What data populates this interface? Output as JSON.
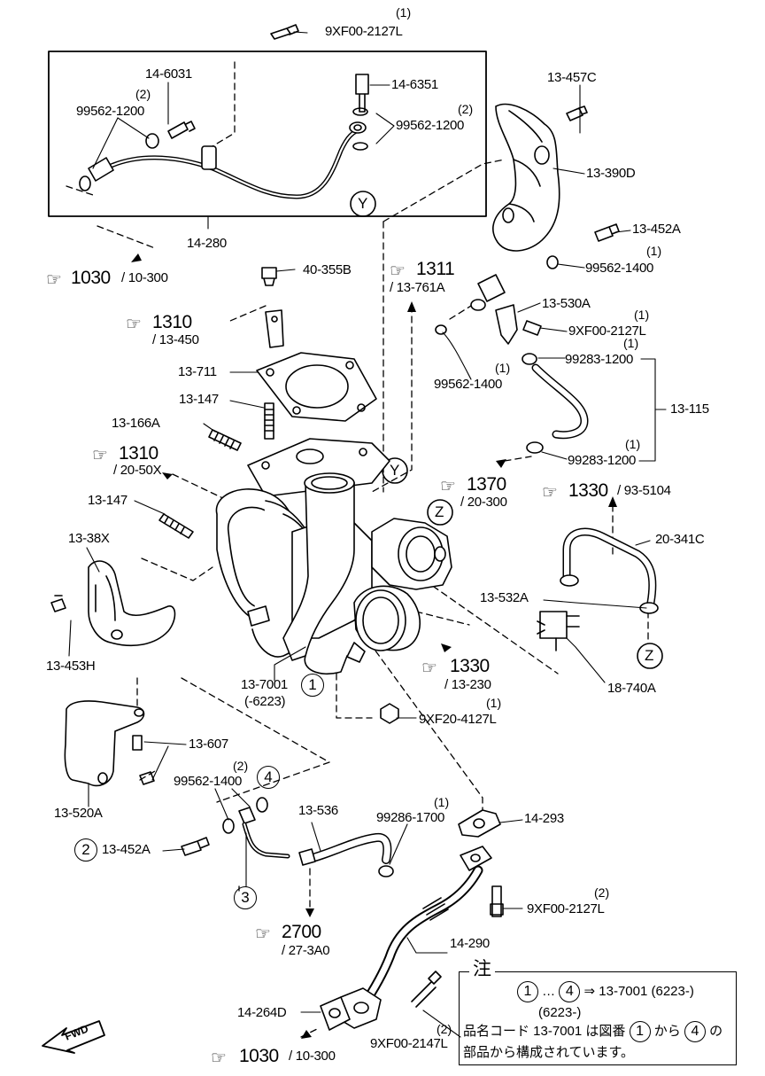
{
  "fwd_label": "FWD",
  "note": {
    "heading": "注",
    "line1": {
      "c1": "1",
      "dots": "…",
      "c2": "4",
      "arrow": "⇒",
      "part": "13-7001 (6223-)"
    },
    "line2": "(6223-)",
    "line3": {
      "a": "品名コード 13-7001 は図番",
      "c1": "1",
      "b": "から",
      "c2": "4",
      "c": "の"
    },
    "line4": "部品から構成されています。"
  },
  "parts": {
    "p_9xf00_2127l_top": "9XF00-2127L",
    "q_9xf00_2127l_top": "(1)",
    "p_14_6031": "14-6031",
    "p_99562_1200_l": "99562-1200",
    "q_99562_1200_l": "(2)",
    "p_14_6351": "14-6351",
    "p_99562_1200_r": "99562-1200",
    "q_99562_1200_r": "(2)",
    "p_14_280": "14-280",
    "p_13_457c": "13-457C",
    "p_13_390d": "13-390D",
    "p_13_452a_top": "13-452A",
    "p_99562_1400_a": "99562-1400",
    "q_99562_1400_a": "(1)",
    "p_40_355b": "40-355B",
    "p_13_530a": "13-530A",
    "p_9xf00_2127l_mid": "9XF00-2127L",
    "q_9xf00_2127l_mid": "(1)",
    "p_99283_1200_a": "99283-1200",
    "q_99283_1200_a": "(1)",
    "p_13_711": "13-711",
    "p_99562_1400_b": "99562-1400",
    "q_99562_1400_b": "(1)",
    "p_13_147_a": "13-147",
    "p_13_115": "13-115",
    "p_13_166a": "13-166A",
    "p_99283_1200_b": "99283-1200",
    "q_99283_1200_b": "(1)",
    "p_13_147_b": "13-147",
    "p_20_341c": "20-341C",
    "p_13_38x": "13-38X",
    "p_13_532a": "13-532A",
    "p_13_453h": "13-453H",
    "p_13_7001": "13-7001",
    "p_13_7001_sub": "(-6223)",
    "c_13_7001": "1",
    "p_18_740a": "18-740A",
    "p_9xf20_4127l": "9XF20-4127L",
    "q_9xf20_4127l": "(1)",
    "p_13_607": "13-607",
    "p_99562_1400_c": "99562-1400",
    "q_99562_1400_c": "(2)",
    "c_99562_1400_c": "4",
    "p_13_520a": "13-520A",
    "p_13_536": "13-536",
    "p_99286_1700": "99286-1700",
    "q_99286_1700": "(1)",
    "p_14_293": "14-293",
    "p_13_452a_bot": "13-452A",
    "c_13_452a_bot": "2",
    "c_hose3": "3",
    "p_9xf00_2127l_bot": "9XF00-2127L",
    "q_9xf00_2127l_bot": "(2)",
    "p_14_290": "14-290",
    "p_14_264d": "14-264D",
    "p_9xf00_2147l": "9XF00-2147L",
    "q_9xf00_2147l": "(2)"
  },
  "refs": {
    "r1030_top": "1030",
    "r1030_top_sub": "/ 10-300",
    "r1311": "1311",
    "r1311_sub": "/ 13-761A",
    "r1310_a": "1310",
    "r1310_a_sub": "/ 13-450",
    "r1310_b": "1310",
    "r1310_b_sub": "/ 20-50X",
    "r1370": "1370",
    "r1370_sub": "/ 20-300",
    "r1330_a": "1330",
    "r1330_a_sub": "/ 93-5104",
    "r1330_b": "1330",
    "r1330_b_sub": "/ 13-230",
    "r2700": "2700",
    "r2700_sub": "/ 27-3A0",
    "r1030_bot": "1030",
    "r1030_bot_sub": "/ 10-300"
  },
  "callouts": {
    "y1": "Y",
    "y2": "Y",
    "z1": "Z",
    "z2": "Z"
  },
  "icons": {
    "ref": "pointing-hand-icon",
    "fwd": "fwd-arrow-icon"
  }
}
